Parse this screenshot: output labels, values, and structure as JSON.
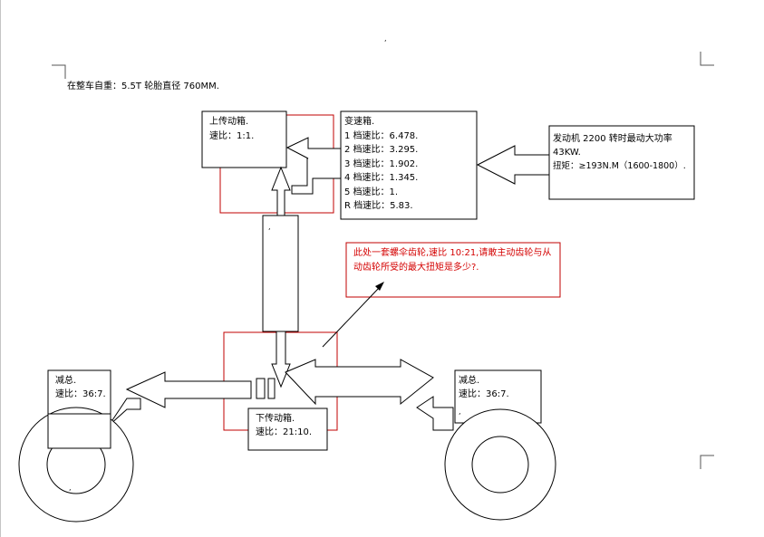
{
  "header": {
    "vehicle_info": "在整车自重：5.5T  轮胎直径 760MM.",
    "top_mark": ","
  },
  "upper_transfer_box": {
    "title": "上传动箱.",
    "ratio": "速比：1:1."
  },
  "gearbox": {
    "title": "变速箱.",
    "gears": [
      "1 档速比：6.478.",
      "2 档速比：3.295.",
      "3 档速比：1.902.",
      "4 档速比：1.345.",
      "5 档速比：1.",
      "R 档速比：5.83."
    ]
  },
  "engine": {
    "line1": "发动机  2200  转时最动大功率",
    "line2": "43KW.",
    "line3": "扭矩：≥193N.M（1600-1800）."
  },
  "question_note": {
    "text": "此处一套螺伞齿轮,速比  10:21,请敢主动齿轮与从 动齿轮所受的最大扭矩是多少?."
  },
  "lower_transfer_box": {
    "title": "下传动箱.",
    "ratio": "速比：21:10."
  },
  "left_reducer": {
    "title": "减总.",
    "ratio": "速比：36:7."
  },
  "right_reducer": {
    "title": "减总.",
    "ratio": "速比：36:7."
  },
  "stray_marks": {
    "shaft_mark": ",",
    "right_wheel_mark": ",",
    "left_wheel_mark": ","
  }
}
